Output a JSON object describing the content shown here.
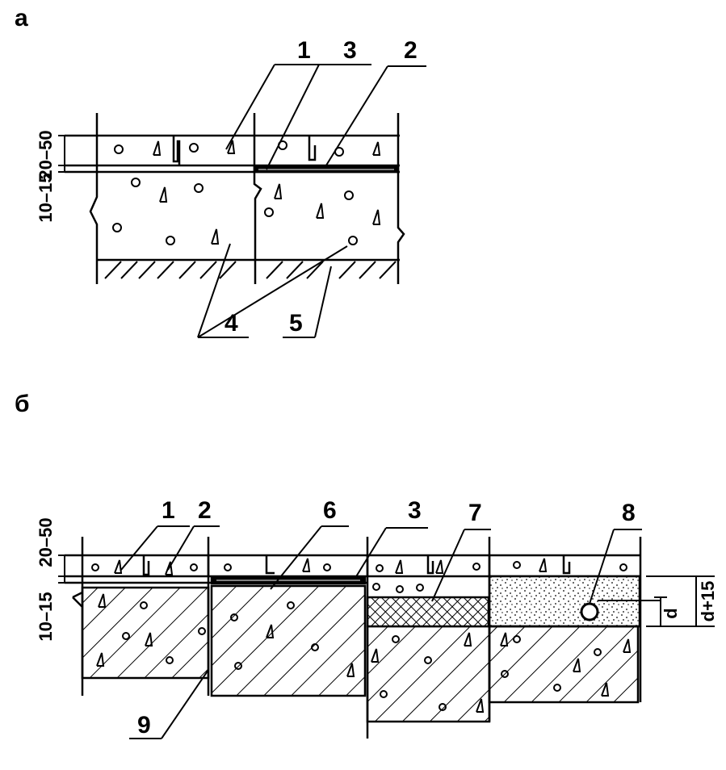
{
  "figure": {
    "panel_a": {
      "letter": "а",
      "dim_top": "20–50",
      "dim_bottom": "10–15",
      "callouts": {
        "c1": "1",
        "c3": "3",
        "c2": "2",
        "c4": "4",
        "c5": "5"
      }
    },
    "panel_b": {
      "letter": "б",
      "dim_top": "20–50",
      "dim_bottom": "10–15",
      "callouts": {
        "c1": "1",
        "c2": "2",
        "c6": "6",
        "c3": "3",
        "c7": "7",
        "c8": "8",
        "c9": "9"
      },
      "pipe_dim": "d",
      "pipe_dim_total": "d+15"
    }
  },
  "colors": {
    "ink": "#000000",
    "paper": "#ffffff"
  }
}
